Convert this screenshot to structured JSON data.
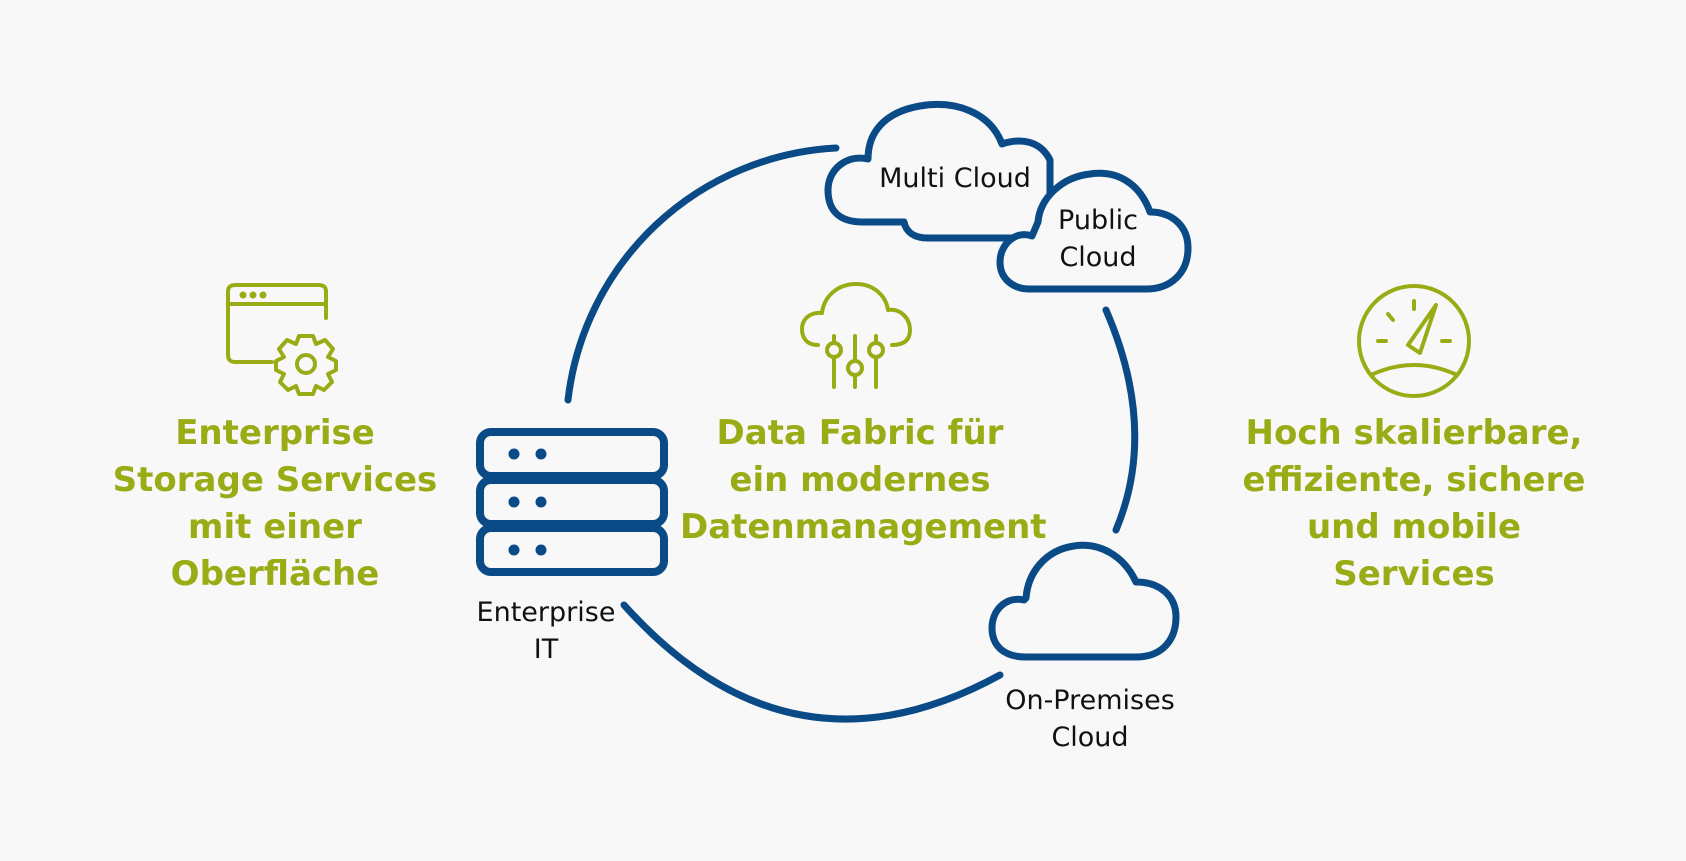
{
  "colors": {
    "background": "#f8f8f8",
    "primary_blue": "#0a4a86",
    "accent_green": "#9aac15",
    "label_text": "#111111"
  },
  "left_feature": {
    "icon": "browser-gear-icon",
    "heading": "Enterprise\nStorage Services\nmit einer\nOberfläche"
  },
  "center_feature": {
    "icon": "cloud-sliders-icon",
    "heading": "Data Fabric für\nein modernes\nDatenmanagement"
  },
  "right_feature": {
    "icon": "speedometer-icon",
    "heading": "Hoch skalierbare,\neffiziente, sichere\nund mobile\nServices"
  },
  "cycle_nodes": {
    "multi_cloud": {
      "icon": "cloud-icon",
      "label": "Multi Cloud"
    },
    "public_cloud": {
      "icon": "cloud-icon",
      "label": "Public\nCloud"
    },
    "on_premises_cloud": {
      "icon": "cloud-icon",
      "label": "On-Premises\nCloud"
    },
    "enterprise_it": {
      "icon": "server-rack-icon",
      "label": "Enterprise\nIT"
    }
  }
}
